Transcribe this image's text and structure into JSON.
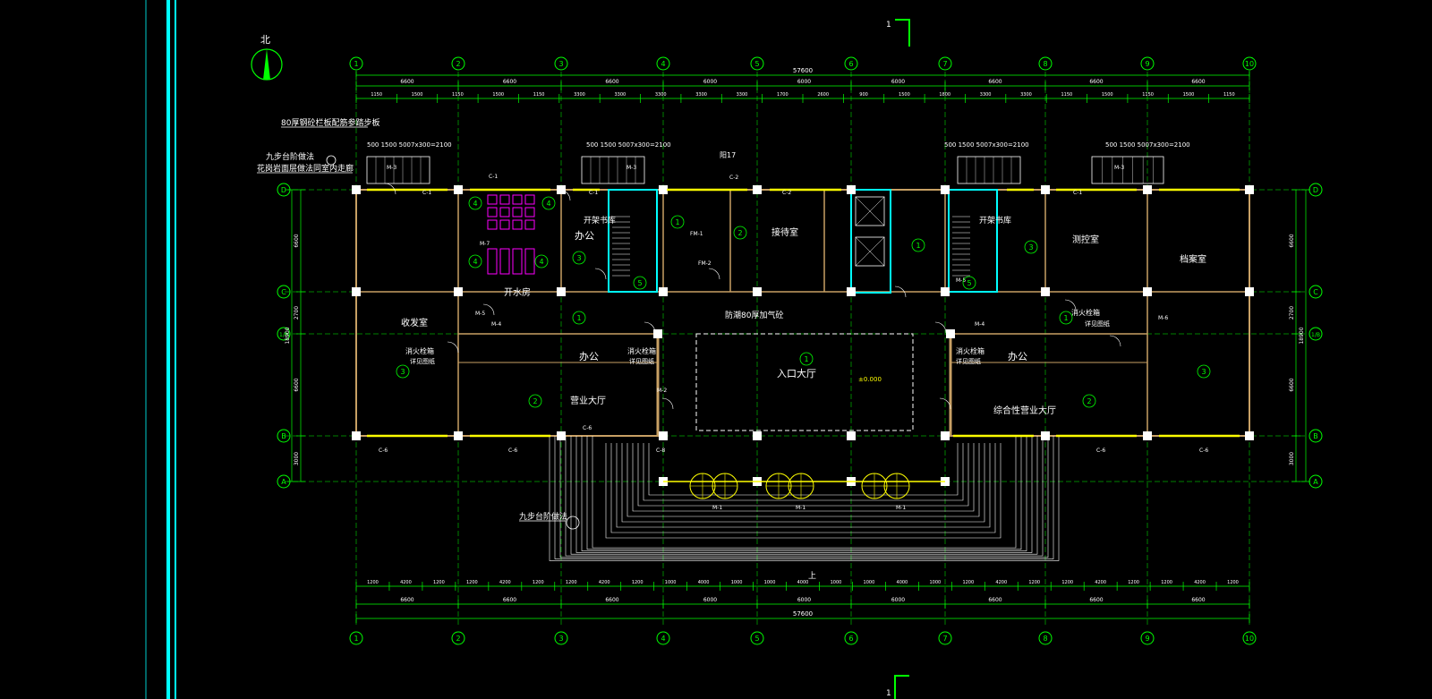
{
  "north_label": "北",
  "section_mark": "1",
  "grid_columns": [
    "1",
    "2",
    "3",
    "4",
    "5",
    "6",
    "7",
    "8",
    "9",
    "10"
  ],
  "grid_rows": [
    "D",
    "C",
    "1/B",
    "B",
    "A"
  ],
  "overall_width": "57600",
  "overall_depth": "18900",
  "bay_spans": [
    "6600",
    "6600",
    "6600",
    "6000",
    "6000",
    "6000",
    "6600",
    "6600",
    "6600"
  ],
  "bottom_spans": [
    "6600",
    "6600",
    "6600",
    "6000",
    "6000",
    "6000",
    "6600",
    "6600",
    "6600"
  ],
  "bottom_details": [
    "1200",
    "4200",
    "1200",
    "1200",
    "4200",
    "1200",
    "1200",
    "4200",
    "1200",
    "1000",
    "4000",
    "1000",
    "1000",
    "4000",
    "1000",
    "1000",
    "4000",
    "1000",
    "1200",
    "4200",
    "1200",
    "1200",
    "4200",
    "1200",
    "1200",
    "4200",
    "1200"
  ],
  "row_spans": [
    "6600",
    "2700",
    "6600",
    "3000"
  ],
  "sub_dims_top": [
    "1150",
    "1500",
    "1150",
    "1500",
    "1150",
    "3300",
    "3300",
    "3300",
    "3300",
    "3300",
    "1700",
    "2600",
    "900",
    "1500",
    "1800",
    "3300",
    "3300",
    "1150",
    "1500",
    "1150",
    "1500",
    "1150"
  ],
  "rooms": {
    "office_1": "办公",
    "office_2": "办公",
    "office_3": "办公",
    "business_hall": "营业大厅",
    "entrance_hall": "入口大厅",
    "reception": "接待室",
    "monitor_room": "测控室",
    "archive": "档案室",
    "comprehensive_hall": "综合性营业大厅",
    "water_room": "开水房",
    "clean_room": "收发室",
    "stair_left": "开架书库",
    "stair_right": "开架书库"
  },
  "annotations": {
    "railing_note": "80厚钢砼栏板配筋参踏步板",
    "steps_note": "九步台阶做法",
    "granite_note": "花岗岩面层做法同室内走廊",
    "door_frame_note": "防潮80厚加气砼",
    "fire_hydrant_1": "消火栓箱",
    "fire_hydrant_2": "消火栓箱",
    "fire_hydrant_3": "消火栓箱",
    "fire_hydrant_4": "消火栓箱",
    "hydrant_sub": "详见图纸",
    "steps_bottom": "九步台阶做法",
    "elevation": "±0.000",
    "up_label": "上",
    "stair_dims": "500 1500 5007x300=2100",
    "sign_17": "阳17"
  },
  "door_labels": [
    "M-1",
    "M-1",
    "M-1",
    "M-2",
    "M-3",
    "M-3",
    "M-3",
    "M-4",
    "M-4",
    "M-5",
    "M-5",
    "M-6",
    "M-7",
    "FM-1",
    "FM-2"
  ],
  "window_labels": [
    "C-1",
    "C-1",
    "C-1",
    "C-1",
    "C-2",
    "C-2",
    "C-6",
    "C-6",
    "C-6",
    "C-6",
    "C-6",
    "C-8"
  ],
  "room_numbers": [
    "1",
    "2",
    "3",
    "4",
    "5"
  ],
  "colors": {
    "background": "#000000",
    "dimension": "#00ff00",
    "wall": "#c8a064",
    "text": "#ffffff",
    "window": "#ffff00",
    "column": "#ffffff",
    "cyan": "#00ffff",
    "magenta": "#ff00ff",
    "circle_text": "#00ff00"
  }
}
